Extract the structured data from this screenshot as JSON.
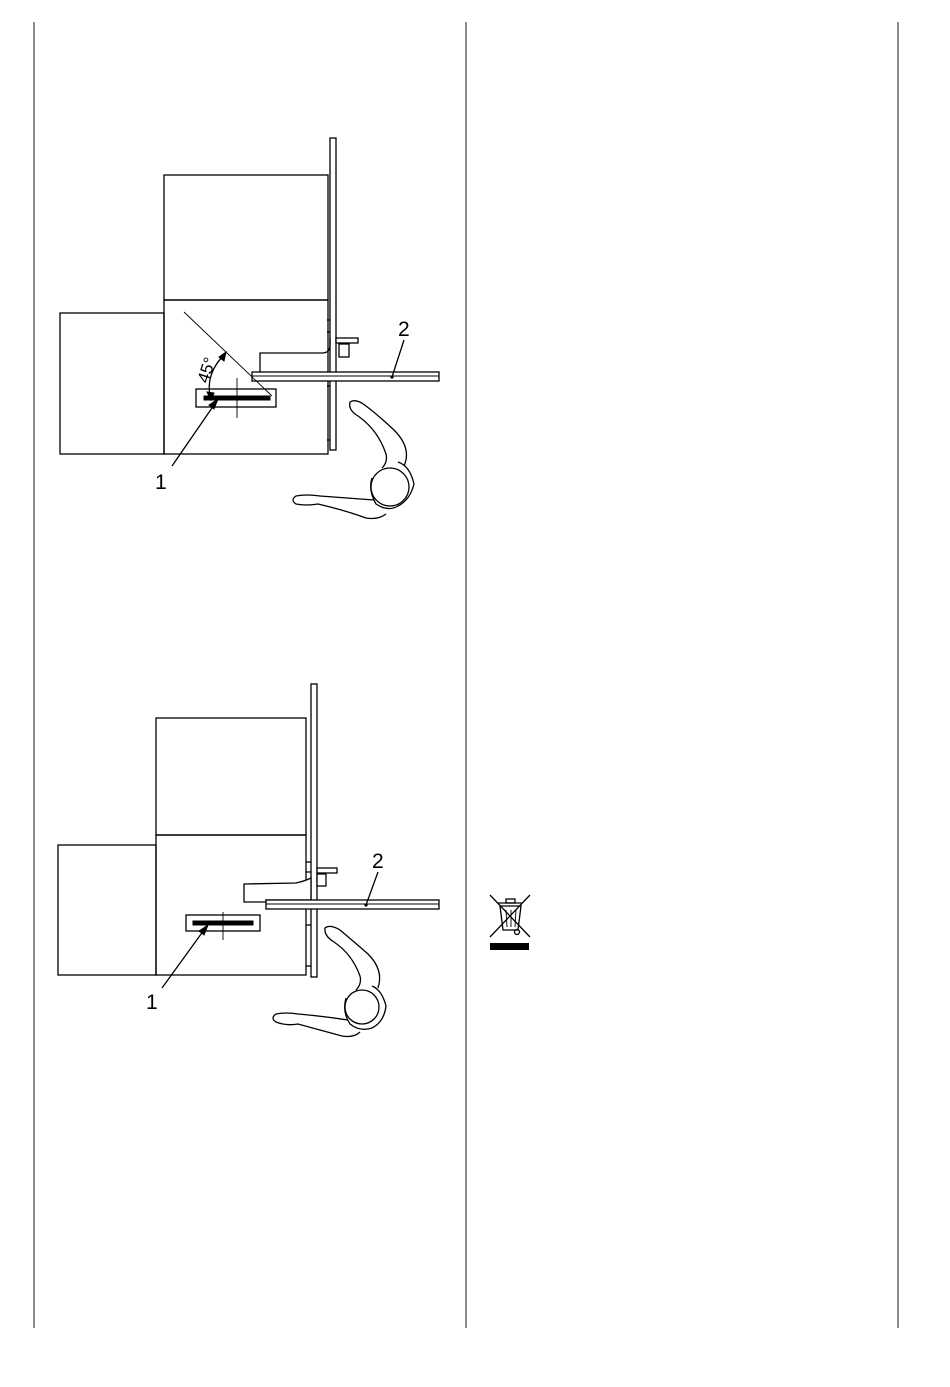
{
  "figure_top": {
    "label_1": "1",
    "label_2": "2",
    "angle_label": "45°"
  },
  "figure_bottom": {
    "label_1": "1",
    "label_2": "2"
  },
  "weee_symbol": {
    "icon": "crossed-out-wheeled-bin-icon"
  },
  "colors": {
    "ink": "#000000",
    "paper": "#ffffff"
  }
}
